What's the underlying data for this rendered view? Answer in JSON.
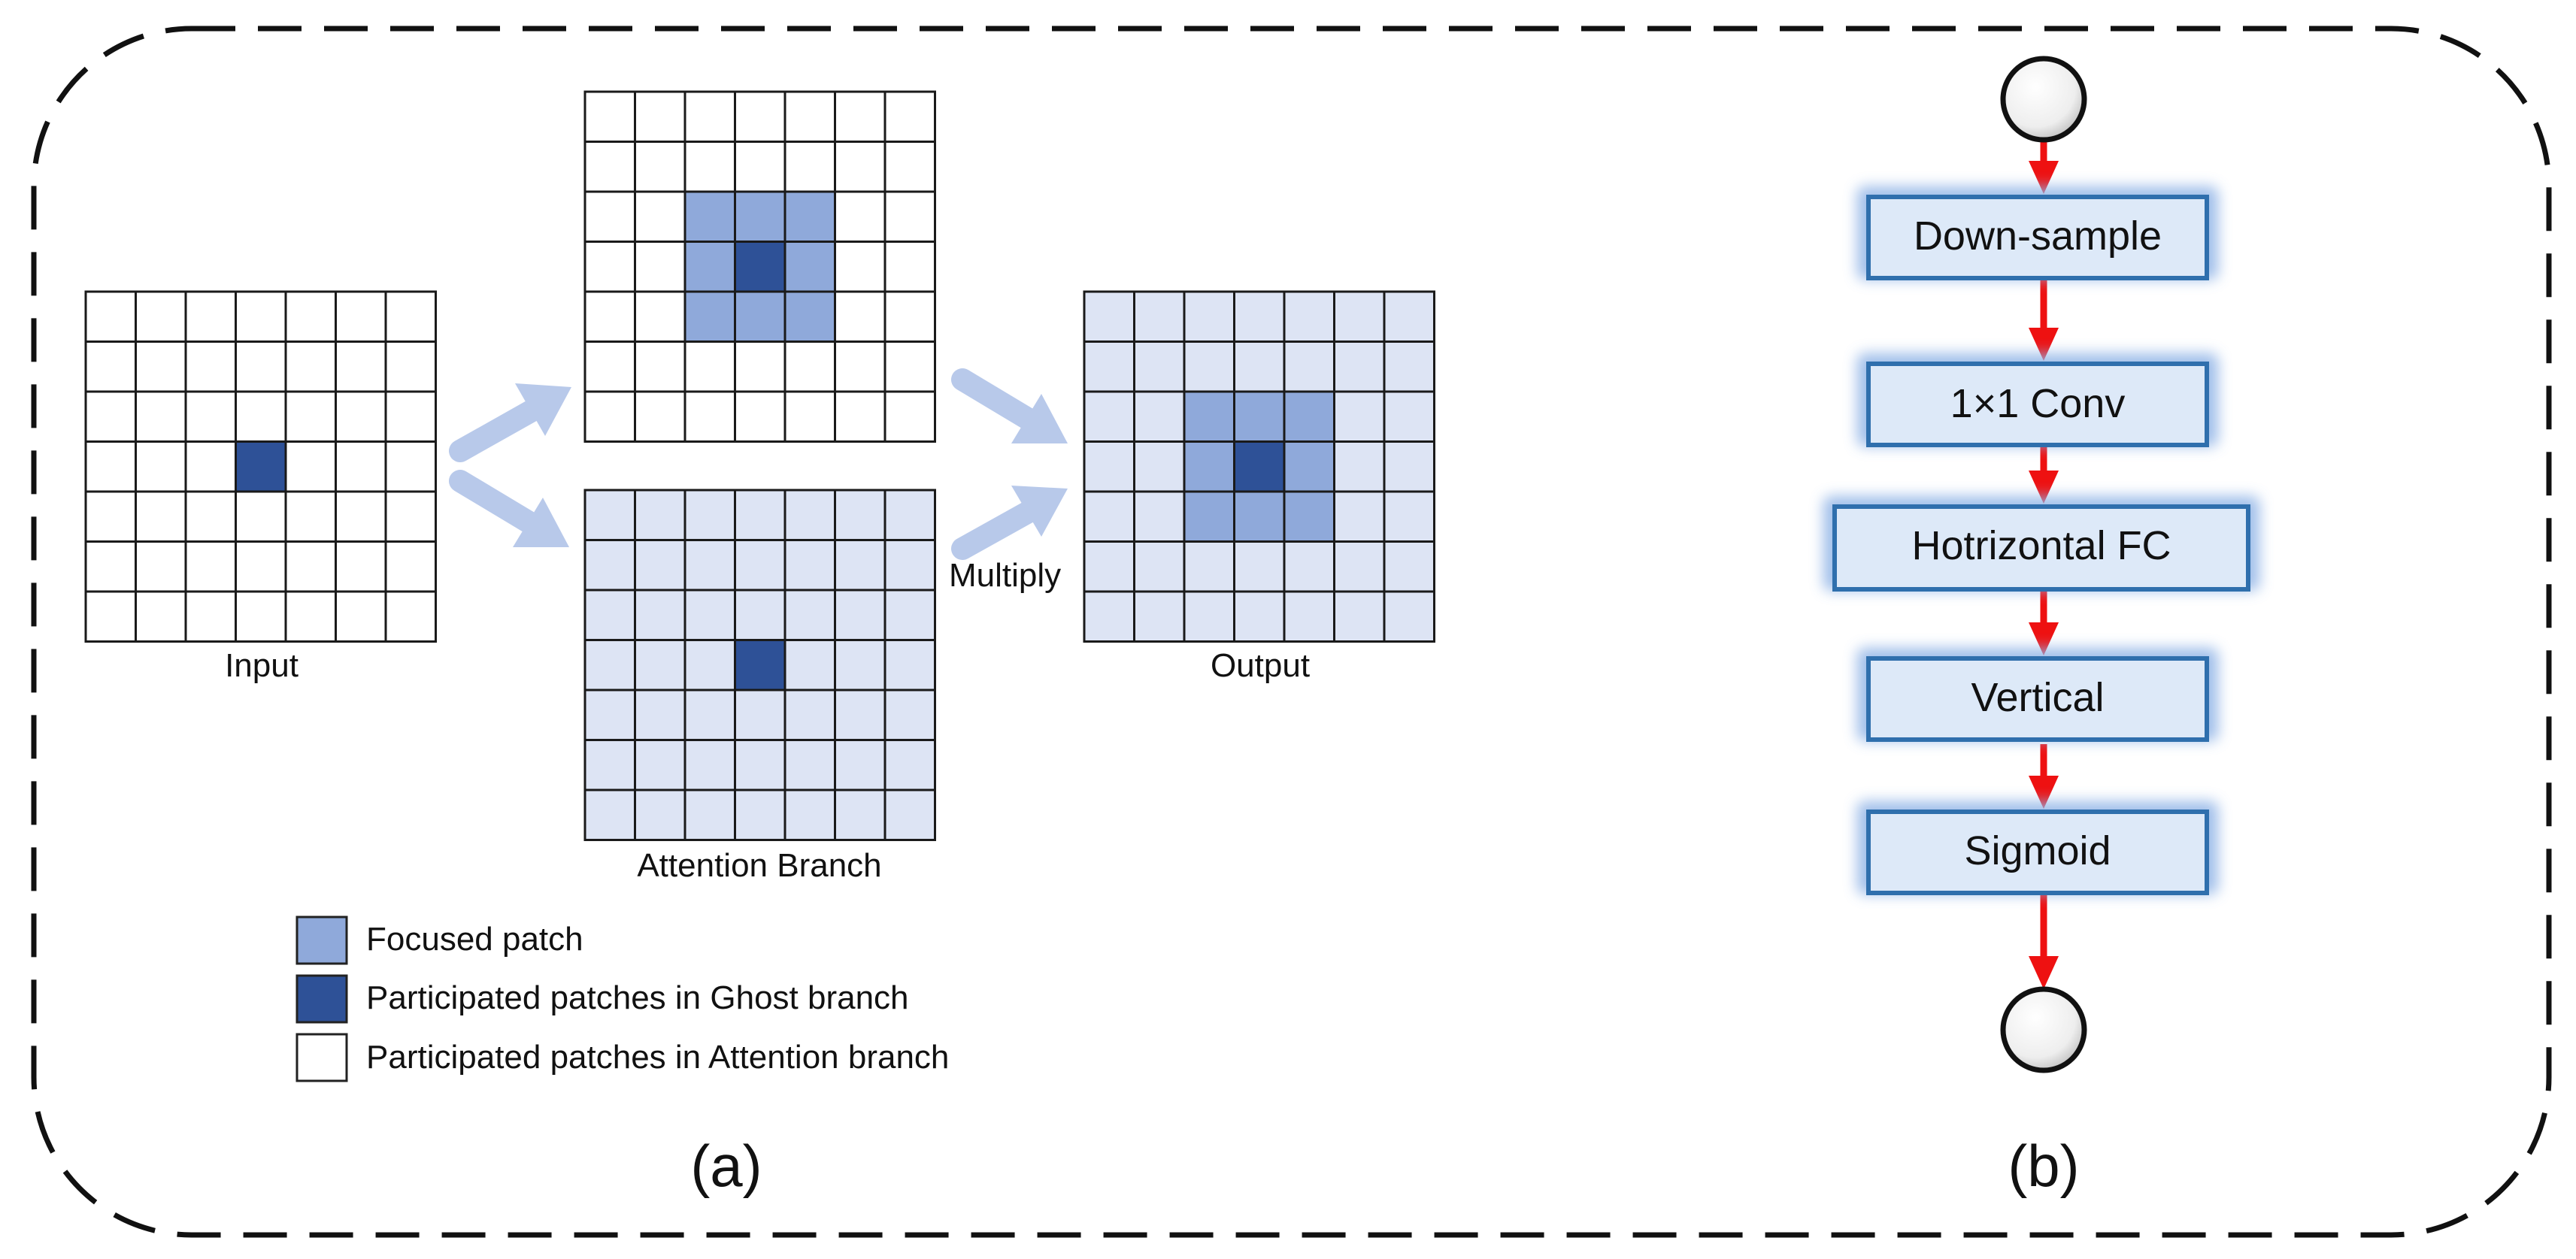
{
  "colors": {
    "focused": "#8fa9da",
    "ghost": "#2e5197",
    "light_fill": "#dde4f4",
    "empty": "#ffffff",
    "arrow": "#b8c9ea",
    "flow_arrow": "#ee1111",
    "box_fill": "#dde9f8",
    "box_border": "#2f6fad",
    "box_glow": "#8fb3e6",
    "frame": "#111111"
  },
  "panel_a": {
    "caption": "(a)",
    "grids": {
      "input": {
        "label": "Input",
        "fill": "empty",
        "focused": [],
        "ghost": [
          [
            3,
            3
          ]
        ]
      },
      "top": {
        "label": "",
        "fill": "empty",
        "focused": [
          [
            2,
            2
          ],
          [
            2,
            3
          ],
          [
            2,
            4
          ],
          [
            3,
            2
          ],
          [
            3,
            4
          ],
          [
            4,
            2
          ],
          [
            4,
            3
          ],
          [
            4,
            4
          ]
        ],
        "ghost": [
          [
            3,
            3
          ]
        ]
      },
      "attention": {
        "label": "Attention Branch",
        "fill": "light",
        "focused": [],
        "ghost": [
          [
            3,
            3
          ]
        ]
      },
      "output": {
        "label": "Output",
        "fill": "light",
        "focused": [
          [
            2,
            2
          ],
          [
            2,
            3
          ],
          [
            2,
            4
          ],
          [
            3,
            2
          ],
          [
            3,
            4
          ],
          [
            4,
            2
          ],
          [
            4,
            3
          ],
          [
            4,
            4
          ]
        ],
        "ghost": [
          [
            3,
            3
          ]
        ]
      }
    },
    "multiply_label": "Multiply",
    "legend": [
      {
        "swatch": "focused",
        "label": "Focused patch"
      },
      {
        "swatch": "ghost",
        "label": "Participated patches in Ghost branch"
      },
      {
        "swatch": "empty",
        "label": "Participated patches in Attention branch"
      }
    ]
  },
  "panel_b": {
    "caption": "(b)",
    "steps": [
      {
        "label": "Down-sample"
      },
      {
        "label": "1×1 Conv"
      },
      {
        "label": "Hotrizontal FC"
      },
      {
        "label": "Vertical"
      },
      {
        "label": "Sigmoid"
      }
    ]
  }
}
